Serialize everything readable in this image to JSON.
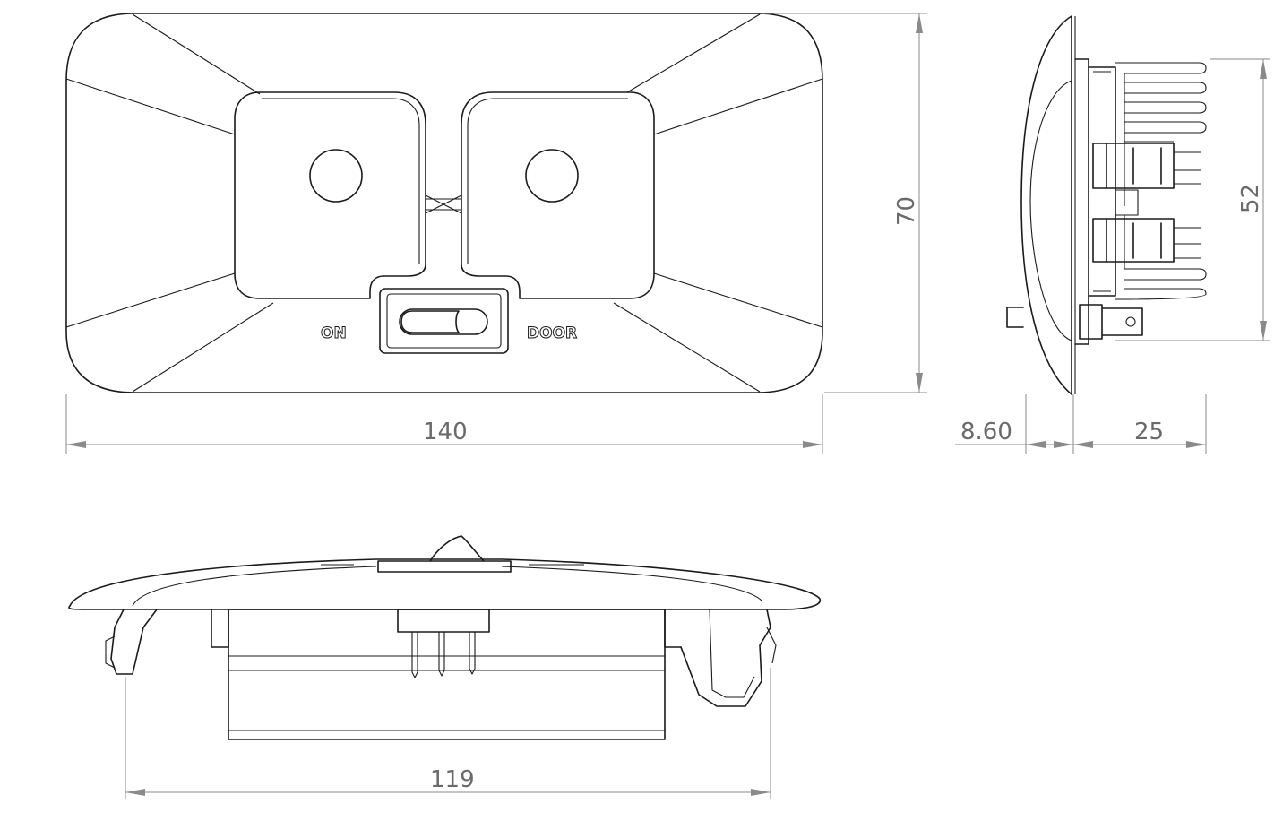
{
  "labels": {
    "on": "ON",
    "door": "DOOR"
  },
  "dimensions": {
    "width_front": "140",
    "height_front": "70",
    "body_height_side": "52",
    "flange_depth": "8.60",
    "body_depth": "25",
    "bottom_width": "119"
  },
  "colors": {
    "line": "#1a1a1a",
    "dimension": "#8a8a8a",
    "dimension_text": "#6a6a6a",
    "background": "#ffffff"
  }
}
